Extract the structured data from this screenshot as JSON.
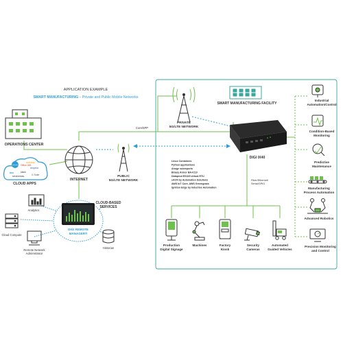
{
  "header": {
    "line1": "APPLICATION EXAMPLE",
    "line2_strong": "SMART MANUFACTURING",
    "line2_rest": " – Private and Public Mobile Networks"
  },
  "nodes": {
    "operations_center": "OPERATIONS CENTER",
    "cloud_apps": "CLOUD APPS",
    "internet": "INTERNET",
    "private_net_1": "PRIVATE",
    "private_net_2": "5G/LTE NETWORK",
    "public_net_1": "PUBLIC",
    "public_net_2": "5G/LTE NETWORK",
    "facility": "SMART MANUFACTURING FACILITY",
    "device": "DIGI IX40",
    "cloud_services_1": "CLOUD-BASED",
    "cloud_services_2": "SERVICES",
    "analytics": "Analytics",
    "cloud_compute": "Cloud Compute",
    "remote_admin_1": "Remote Network",
    "remote_admin_2": "Administrator",
    "historian": "Historian",
    "drm_1": "DIGI REMOTE",
    "drm_2": "MANAGER®"
  },
  "edges": {
    "core_5pp": "Core/5PP",
    "fiber_1": "Fiber/Ethernet/",
    "fiber_2": "Serial/GPIO"
  },
  "features": [
    "Linux Containers",
    "Python applications",
    "Ahoge subreports",
    "Binary Armor BA-IC10",
    "Dataprod ES320 virtual RTU",
    "eACN by Automation Solutions",
    "AWS IoT Core, AWS Greengrass",
    "Ignition Edge by Inductive Automation"
  ],
  "cloud_logos": [
    "box",
    "salesforce",
    "Office 365",
    "dropbox",
    "servicenow.",
    "slack",
    "G Suite",
    "workday"
  ],
  "outcomes": [
    [
      "Industrial",
      "Automation/Control"
    ],
    [
      "Condition-Based",
      "Monitoring"
    ],
    [
      "Predictive",
      "Maintenance"
    ],
    [
      "Manufacturing",
      "Process Automation"
    ],
    [
      "Advanced Robotics"
    ],
    [
      "Precision Monitoring",
      "and Control"
    ]
  ],
  "assets": [
    [
      "Production",
      "Digital Signage"
    ],
    [
      "Machines"
    ],
    [
      "Factory",
      "Kiosk"
    ],
    [
      "Security",
      "Cameras"
    ],
    [
      "Automated",
      "Guided Vehicles"
    ]
  ],
  "colors": {
    "accent_green": "#6cc24a",
    "accent_blue": "#2e9fd6",
    "facility_border": "#3aa79d",
    "text": "#333333"
  }
}
